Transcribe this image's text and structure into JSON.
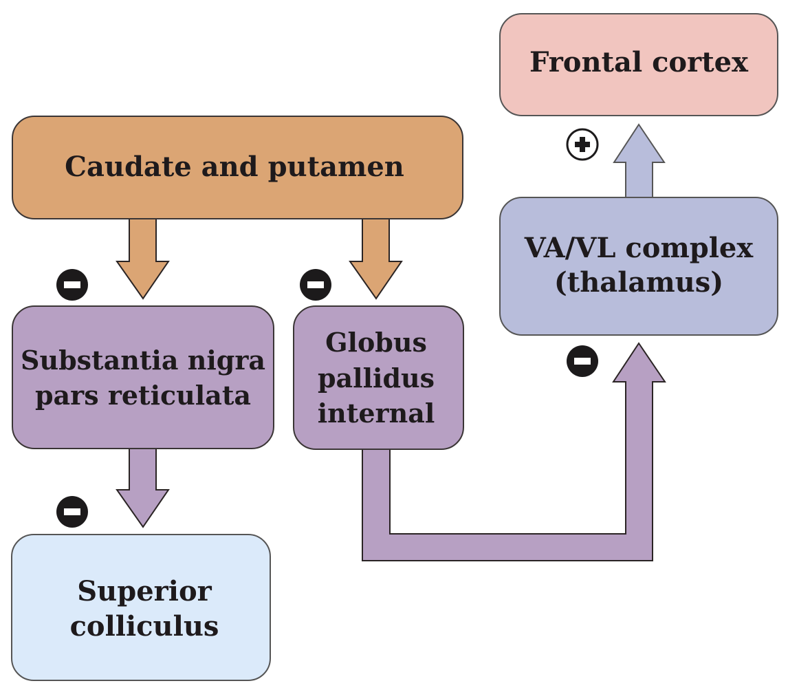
{
  "nodes": {
    "frontal_cortex": {
      "lines": [
        "Frontal cortex"
      ],
      "color": "#f1c5bf"
    },
    "caudate_putamen": {
      "lines": [
        "Caudate and putamen"
      ],
      "color": "#dba574"
    },
    "va_vl": {
      "lines": [
        "VA/VL complex",
        "(thalamus)"
      ],
      "color": "#b8bddb"
    },
    "substantia_nigra": {
      "lines": [
        "Substantia nigra",
        "pars reticulata"
      ],
      "color": "#b7a0c3"
    },
    "globus_pallidus": {
      "lines": [
        "Globus",
        "pallidus",
        "internal"
      ],
      "color": "#b7a0c3"
    },
    "superior_colliculus": {
      "lines": [
        "Superior",
        "colliculus"
      ],
      "color": "#dbeafa"
    }
  },
  "edges": [
    {
      "from": "caudate_putamen",
      "to": "substantia_nigra",
      "sign": "minus"
    },
    {
      "from": "caudate_putamen",
      "to": "globus_pallidus",
      "sign": "minus"
    },
    {
      "from": "substantia_nigra",
      "to": "superior_colliculus",
      "sign": "minus"
    },
    {
      "from": "globus_pallidus",
      "to": "va_vl",
      "sign": "minus"
    },
    {
      "from": "va_vl",
      "to": "frontal_cortex",
      "sign": "plus"
    }
  ]
}
